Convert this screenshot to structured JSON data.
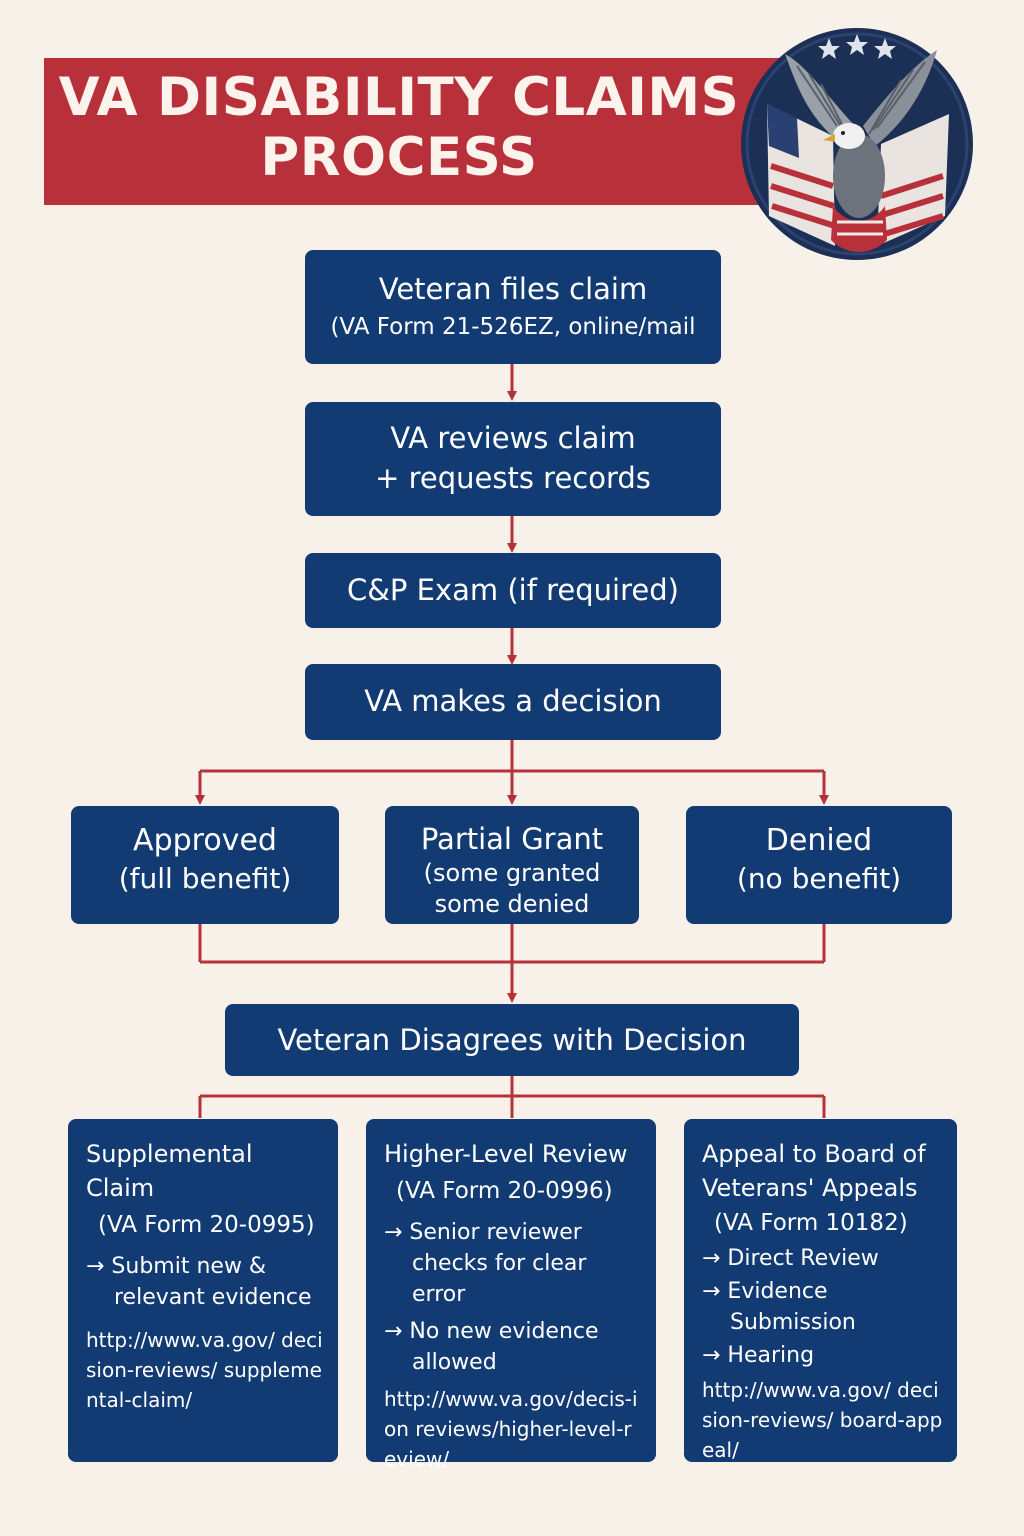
{
  "header": {
    "title": "VA DISABILITY CLAIMS PROCESS"
  },
  "steps": [
    {
      "line1": "Veteran files claim",
      "line2": "(VA Form 21-526EZ, online/mail"
    },
    {
      "line1": "VA reviews claim",
      "line2": "+ requests records"
    },
    {
      "line1": "C&P Exam (if required)"
    },
    {
      "line1": "VA makes a decision"
    }
  ],
  "outcomes": [
    {
      "line1": "Approved",
      "line2": "(full benefit)"
    },
    {
      "line1": "Partial Grant",
      "line2": "(some granted some denied"
    },
    {
      "line1": "Denied",
      "line2": "(no benefit)"
    }
  ],
  "disagree": {
    "label": "Veteran Disagrees with Decision"
  },
  "options": [
    {
      "title": "Supplemental Claim",
      "form": "(VA Form 20-0995)",
      "bullets": [
        "→ Submit new & relevant evidence"
      ],
      "url": "http://www.va.gov/ decision-reviews/ supplemental-claim/"
    },
    {
      "title": "Higher-Level Review",
      "form": "(VA Form 20-0996)",
      "bullets": [
        "→ Senior reviewer checks for clear error",
        "→ No new evidence allowed"
      ],
      "url": "http://www.va.gov/decis-ion reviews/higher-level-review/"
    },
    {
      "title": "Appeal to Board of Veterans' Appeals",
      "form": "(VA Form 10182)",
      "bullets": [
        "→ Direct Review",
        "→ Evidence Submission",
        "→ Hearing"
      ],
      "url": "http://www.va.gov/ decision-reviews/ board-appeal/"
    }
  ],
  "colors": {
    "banner": "#b8313a",
    "box": "#123b73",
    "connector": "#b8313a",
    "background": "#f8f1ea"
  },
  "icons": {
    "emblem": "eagle-flag-emblem-icon"
  }
}
